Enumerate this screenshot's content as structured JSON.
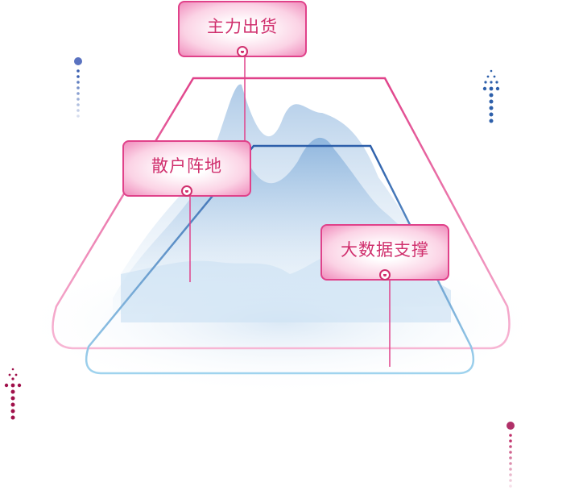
{
  "labels": {
    "top": "主力出货",
    "left": "散户阵地",
    "right": "大数据支撑"
  },
  "colors": {
    "pink": "#e0428a",
    "blue": "#2d5faa",
    "mountain": "#7fb0dc"
  }
}
